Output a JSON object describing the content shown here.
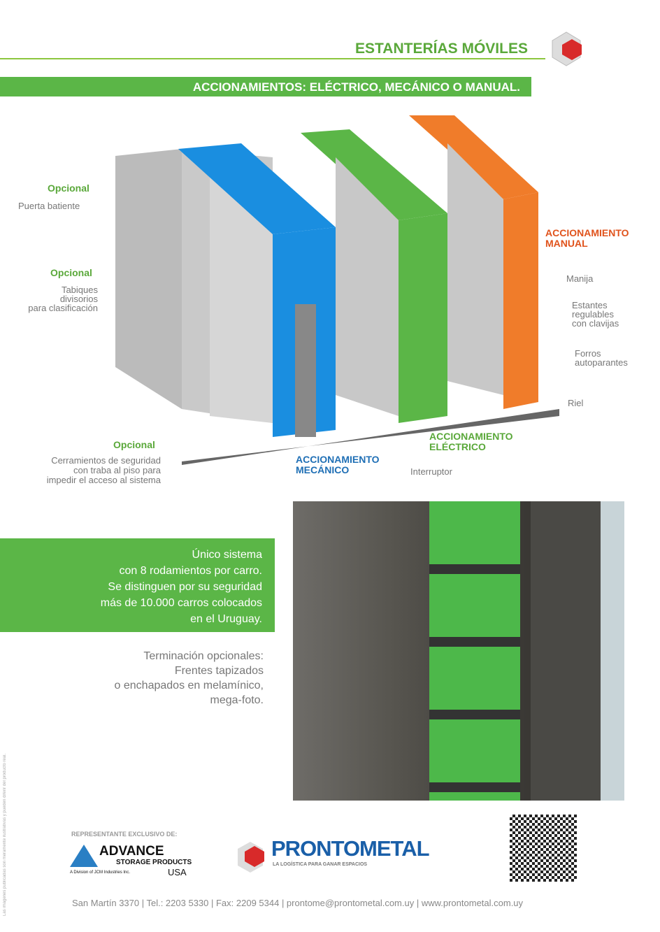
{
  "header": {
    "title": "ESTANTERÍAS MÓVILES",
    "banner": "ACCIONAMIENTOS: ELÉCTRICO, MECÁNICO O MANUAL."
  },
  "labels": {
    "opcional1": "Opcional",
    "puerta": "Puerta batiente",
    "opcional2": "Opcional",
    "tabiques": [
      "Tabiques",
      "divisorios",
      "para clasificación"
    ],
    "opcional3": "Opcional",
    "cerramientos": [
      "Cerramientos de seguridad",
      "con traba al piso para",
      "impedir el acceso al sistema"
    ],
    "mecanico": [
      "ACCIONAMIENTO",
      "MECÁNICO"
    ],
    "electrico": [
      "ACCIONAMIENTO",
      "ELÉCTRICO"
    ],
    "interruptor": "Interruptor",
    "manual": [
      "ACCIONAMIENTO",
      "MANUAL"
    ],
    "manija": "Manija",
    "estantes": [
      "Estantes",
      "regulables",
      "con clavijas"
    ],
    "forros": [
      "Forros",
      "autoparantes"
    ],
    "riel": "Riel"
  },
  "colors": {
    "green": "#5bb647",
    "blue": "#1a8ee0",
    "orange": "#f07c2a",
    "manual_red": "#e0531c",
    "mec_blue": "#1f6fb5"
  },
  "feature_box": [
    "Único sistema",
    "con 8 rodamientos por carro.",
    "Se distinguen por su seguridad",
    "más de 10.000 carros colocados",
    "en el Uruguay."
  ],
  "terminacion": [
    "Terminación opcionales:",
    "Frentes tapizados",
    "o enchapados en melamínico,",
    "mega-foto."
  ],
  "disclaimer": "Las imágenes publicadas son meramente ilustrativas y pueden diferir del producto real.",
  "footer": {
    "representante": "REPRESENTANTE EXCLUSIVO DE:",
    "advance": {
      "name": "ADVANCE",
      "sub": "STORAGE PRODUCTS",
      "division": "A Division of JCM Industries Inc.",
      "country": "USA"
    },
    "prontometal": {
      "name": "PRONTOMETAL",
      "tagline": "LA LOGÍSTICA PARA GANAR ESPACIOS"
    },
    "contact": "San Martín 3370 | Tel.: 2203 5330 |  Fax: 2209 5344 | prontome@prontometal.com.uy | www.prontometal.com.uy"
  }
}
